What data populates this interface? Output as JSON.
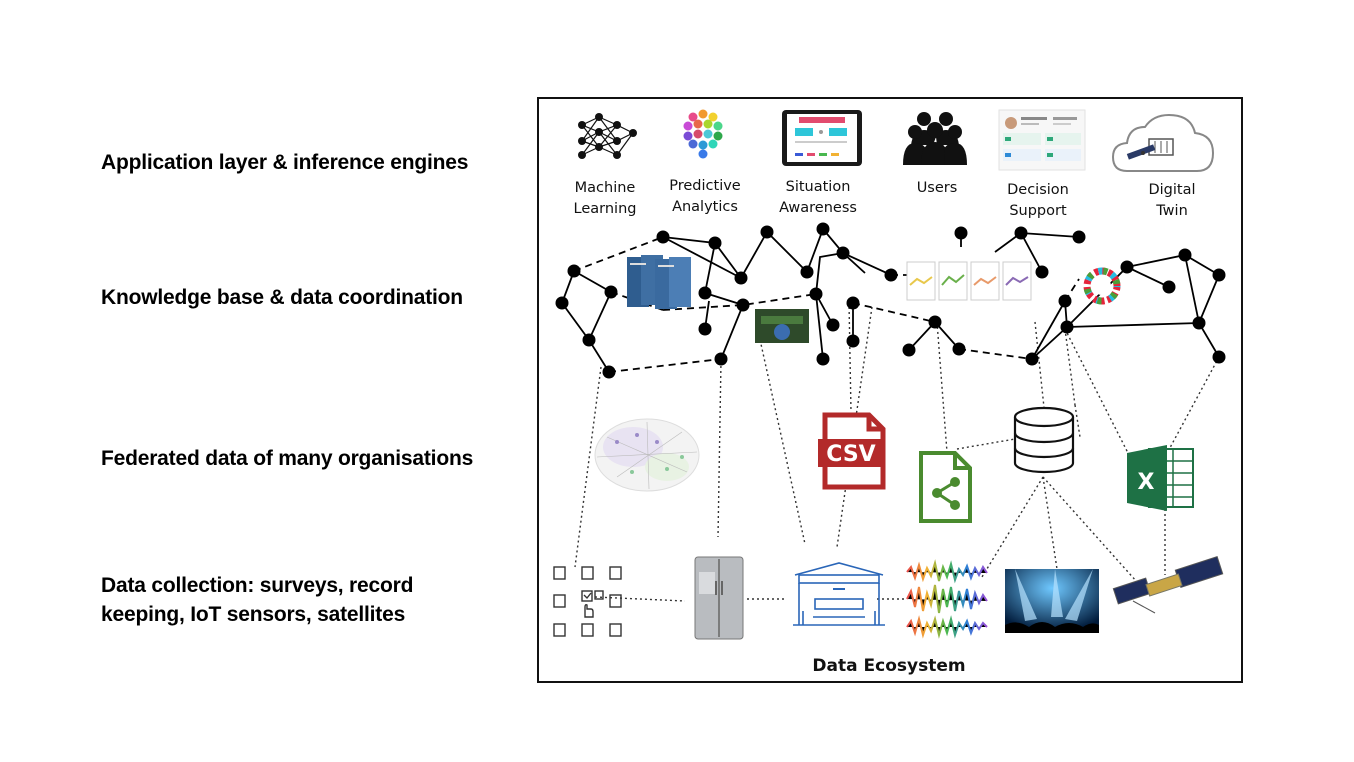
{
  "layers": [
    {
      "id": "application",
      "label": "Application layer & inference engines"
    },
    {
      "id": "knowledge",
      "label": "Knowledge base & data coordination"
    },
    {
      "id": "federated",
      "label": "Federated data of many organisations"
    },
    {
      "id": "collection",
      "label": "Data collection: surveys, record\nkeeping, IoT sensors, satellites"
    }
  ],
  "applications": [
    {
      "icon": "neural-network-icon",
      "line1": "Machine",
      "line2": "Learning"
    },
    {
      "icon": "cube-grid-icon",
      "line1": "Predictive",
      "line2": "Analytics"
    },
    {
      "icon": "tablet-dashboard-icon",
      "line1": "Situation",
      "line2": "Awareness"
    },
    {
      "icon": "users-icon",
      "line1": "Users",
      "line2": ""
    },
    {
      "icon": "decision-dashboard-icon",
      "line1": "Decision",
      "line2": "Support"
    },
    {
      "icon": "cloud-satellite-icon",
      "line1": "Digital",
      "line2": "Twin"
    }
  ],
  "federated_icons": [
    "network-graph-icon",
    "csv-file-icon",
    "shared-file-icon",
    "database-icon",
    "excel-file-icon"
  ],
  "collection_icons": [
    "survey-forms-icon",
    "smart-fridge-icon",
    "stage-icon",
    "audio-waveform-icon",
    "spotlight-icon",
    "satellite-icon"
  ],
  "csv_badge": "CSV",
  "excel_badge": "X",
  "ecosystem_title": "Data Ecosystem",
  "colors": {
    "csv": "#b32a2a",
    "shared": "#4a8b2f",
    "excel": "#1e7145",
    "ink": "#000000"
  }
}
